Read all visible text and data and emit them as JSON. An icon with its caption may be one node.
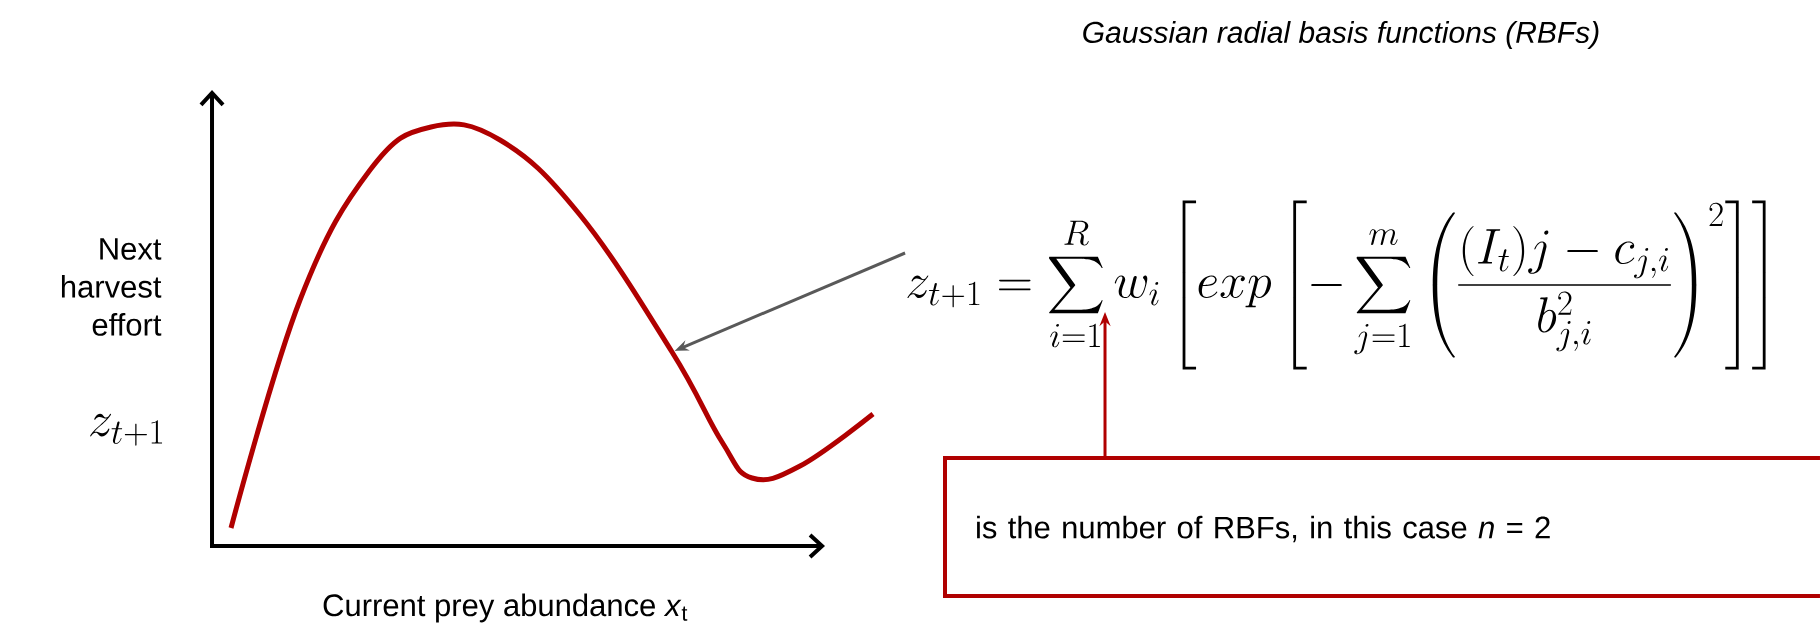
{
  "diagram": {
    "title": "Gaussian radial basis functions (RBFs)",
    "nodes": [
      {
        "text": [
          "z_{t+1} = \\sum_{i=1}^{R} w_i \\left[ exp \\left[ -\\sum_{j=1}^{m} \\left( \\frac{(I_t)j - c_{j,i}}{b_{j,i}^2} \\right)^2 \\right] \\right]"
        ]
      },
      {
        "text": [],
        "shape": "curve"
      },
      {
        "text": [
          "is the number of RBFs, in this case *n* = 2"
        ]
      }
    ],
    "edges": [
      {
        "from": 0,
        "to": 1,
        "arrow": "to",
        "color": "#595959"
      },
      {
        "from": 2,
        "to": 0,
        "arrow": "to",
        "color": "#b00000"
      }
    ],
    "labels": [
      "Next harvest effort",
      "z_{t+1}",
      "Current prey abundance *x*$_{t}$"
    ]
  }
}
